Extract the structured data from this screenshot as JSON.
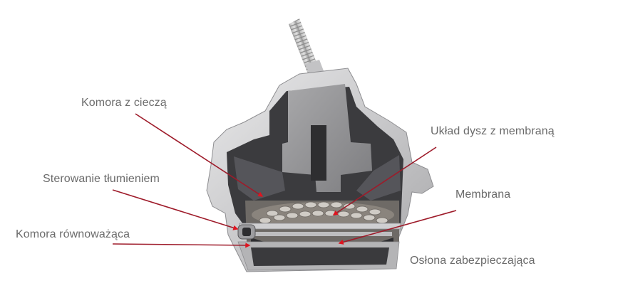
{
  "diagram": {
    "subject": "Hydraulic engine mount cutaway",
    "arrow_color": "#c0121f",
    "label_color": "#6b6b6b",
    "labels": [
      {
        "id": "liquid-chamber",
        "text": "Komora z cieczą"
      },
      {
        "id": "nozzle-system",
        "text": "Układ dysz z membraną"
      },
      {
        "id": "damping-control",
        "text": "Sterowanie tłumieniem"
      },
      {
        "id": "membrane",
        "text": "Membrana"
      },
      {
        "id": "balancing-chamber",
        "text": "Komora równoważąca"
      },
      {
        "id": "protective-cover",
        "text": "Osłona zabezpieczająca"
      }
    ]
  }
}
